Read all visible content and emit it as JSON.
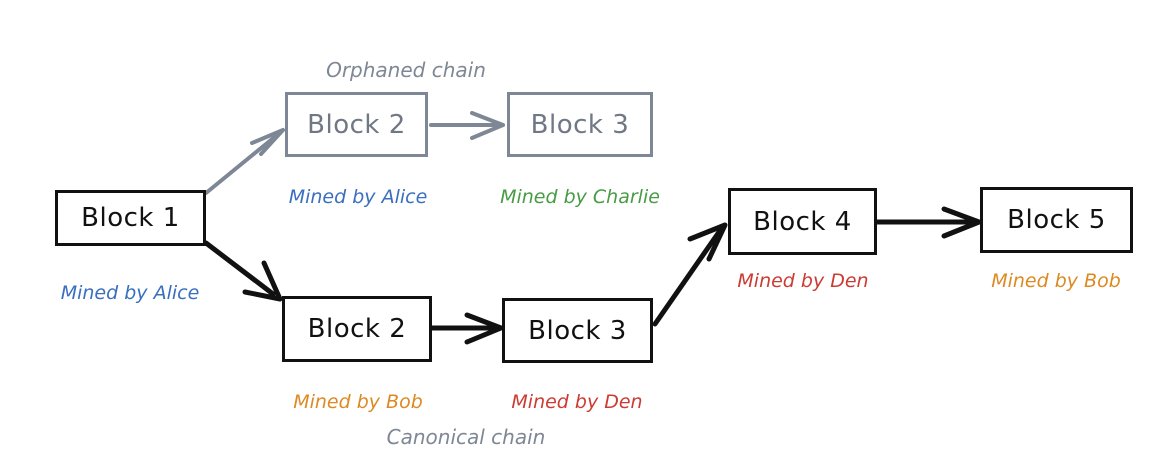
{
  "diagram": {
    "title_orphaned": "Orphaned chain",
    "title_canonical": "Canonical chain",
    "colors": {
      "black": "#111111",
      "gray": "#7e8795",
      "blue": "#3a6fbf",
      "green": "#479c45",
      "orange": "#dd8a23",
      "red": "#cc3b33",
      "background": "#ffffff"
    },
    "blocks": [
      {
        "id": "block-1",
        "label": "Block 1",
        "chain": "root",
        "style": "solid"
      },
      {
        "id": "block-2-orphan",
        "label": "Block 2",
        "chain": "orphaned",
        "style": "gray"
      },
      {
        "id": "block-3-orphan",
        "label": "Block 3",
        "chain": "orphaned",
        "style": "gray"
      },
      {
        "id": "block-2-canonical",
        "label": "Block 2",
        "chain": "canonical",
        "style": "solid"
      },
      {
        "id": "block-3-canonical",
        "label": "Block 3",
        "chain": "canonical",
        "style": "solid"
      },
      {
        "id": "block-4",
        "label": "Block 4",
        "chain": "canonical",
        "style": "solid"
      },
      {
        "id": "block-5",
        "label": "Block 5",
        "chain": "canonical",
        "style": "solid"
      }
    ],
    "captions": [
      {
        "id": "caption-block-1",
        "text": "Mined by Alice",
        "miner": "Alice",
        "color": "#3a6fbf"
      },
      {
        "id": "caption-block-2-orphan",
        "text": "Mined by Alice",
        "miner": "Alice",
        "color": "#3a6fbf"
      },
      {
        "id": "caption-block-3-orphan",
        "text": "Mined by Charlie",
        "miner": "Charlie",
        "color": "#479c45"
      },
      {
        "id": "caption-block-2-canonical",
        "text": "Mined by Bob",
        "miner": "Bob",
        "color": "#dd8a23"
      },
      {
        "id": "caption-block-3-canonical",
        "text": "Mined by Den",
        "miner": "Den",
        "color": "#cc3b33"
      },
      {
        "id": "caption-block-4",
        "text": "Mined by Den",
        "miner": "Den",
        "color": "#cc3b33"
      },
      {
        "id": "caption-block-5",
        "text": "Mined by Bob",
        "miner": "Bob",
        "color": "#dd8a23"
      }
    ],
    "arrows": [
      {
        "id": "arrow-block1-to-orphan2",
        "from": "Block 1",
        "to": "Block 2 (orphaned)",
        "color": "#7e8795"
      },
      {
        "id": "arrow-orphan2-to-orphan3",
        "from": "Block 2 (orphaned)",
        "to": "Block 3 (orphaned)",
        "color": "#7e8795"
      },
      {
        "id": "arrow-block1-to-canon2",
        "from": "Block 1",
        "to": "Block 2 (canonical)",
        "color": "#111111"
      },
      {
        "id": "arrow-canon2-to-canon3",
        "from": "Block 2 (canonical)",
        "to": "Block 3 (canonical)",
        "color": "#111111"
      },
      {
        "id": "arrow-canon3-to-block4",
        "from": "Block 3 (canonical)",
        "to": "Block 4",
        "color": "#111111"
      },
      {
        "id": "arrow-block4-to-block5",
        "from": "Block 4",
        "to": "Block 5",
        "color": "#111111"
      }
    ]
  }
}
